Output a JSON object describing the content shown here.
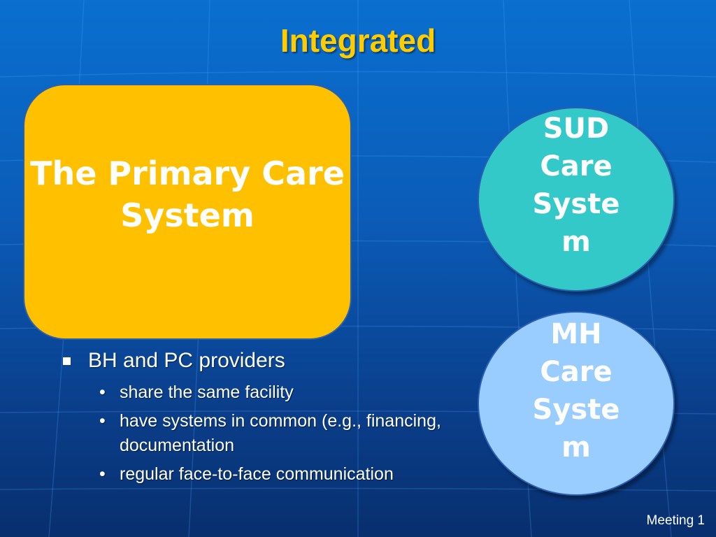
{
  "slide": {
    "title": "Integrated",
    "primary_box": {
      "label": "The Primary Care System"
    },
    "sud_circle": {
      "label": "SUD\nCare\nSyste\nm"
    },
    "mh_circle": {
      "label": "MH\nCare\nSyste\nm"
    },
    "bullets": {
      "main": "BH and PC providers",
      "sub": [
        "share the same facility",
        "have systems in common (e.g., financing, documentation",
        "regular face-to-face communication"
      ]
    },
    "footer": "Meeting 1"
  },
  "colors": {
    "title": "#ffcc00",
    "primary_box": "#ffc000",
    "sud_circle": "#33c9c9",
    "mh_circle": "#99ccff",
    "background": "#0b5cb8"
  }
}
